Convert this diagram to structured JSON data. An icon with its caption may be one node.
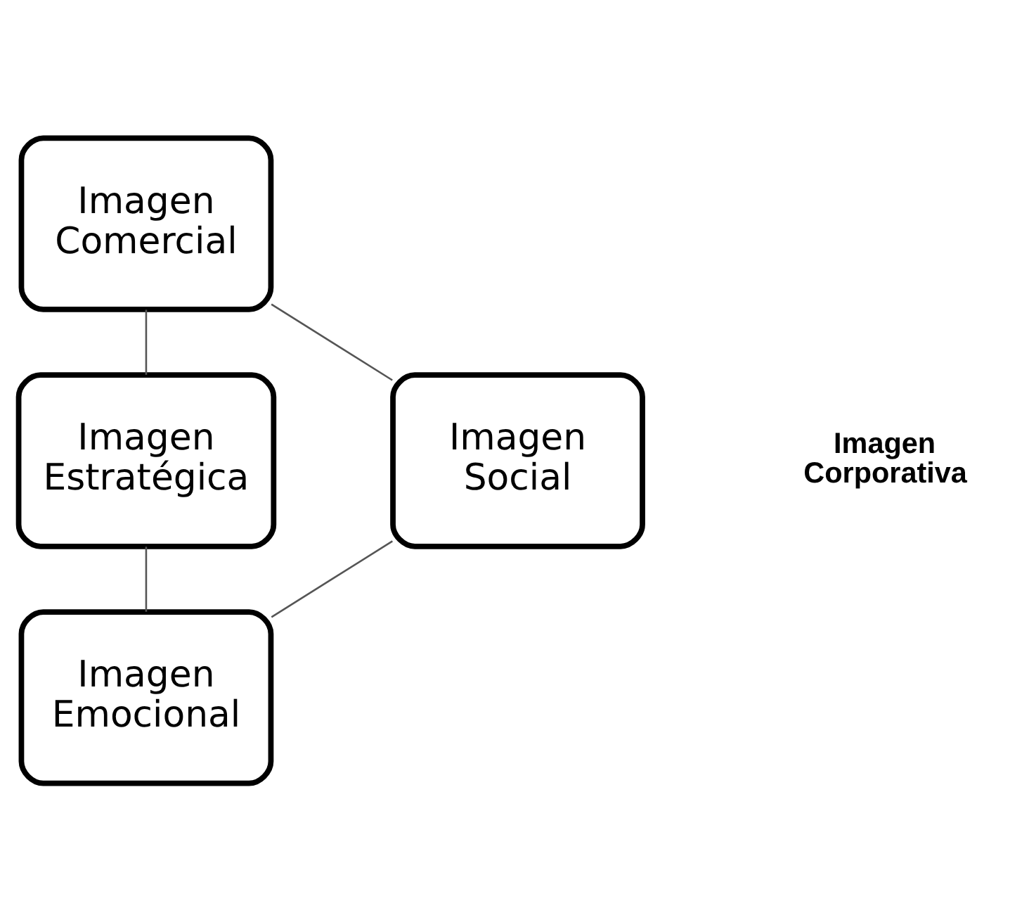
{
  "diagram": {
    "nodes": [
      {
        "text": [
          "Imagen Comercial"
        ]
      },
      {
        "text": [
          "Imagen Social"
        ]
      },
      {
        "text": [
          "Imagen Estratégica"
        ]
      },
      {
        "text": [
          "Imagen Emocional"
        ]
      }
    ],
    "edges": [
      {
        "from": 0,
        "to": 2,
        "arrow": "none"
      },
      {
        "from": 2,
        "to": 3,
        "arrow": "none"
      },
      {
        "from": 3,
        "to": 1,
        "arrow": "none"
      },
      {
        "from": 1,
        "to": 0,
        "arrow": "none"
      }
    ],
    "labels": [
      "Imagen Corporativa"
    ]
  }
}
